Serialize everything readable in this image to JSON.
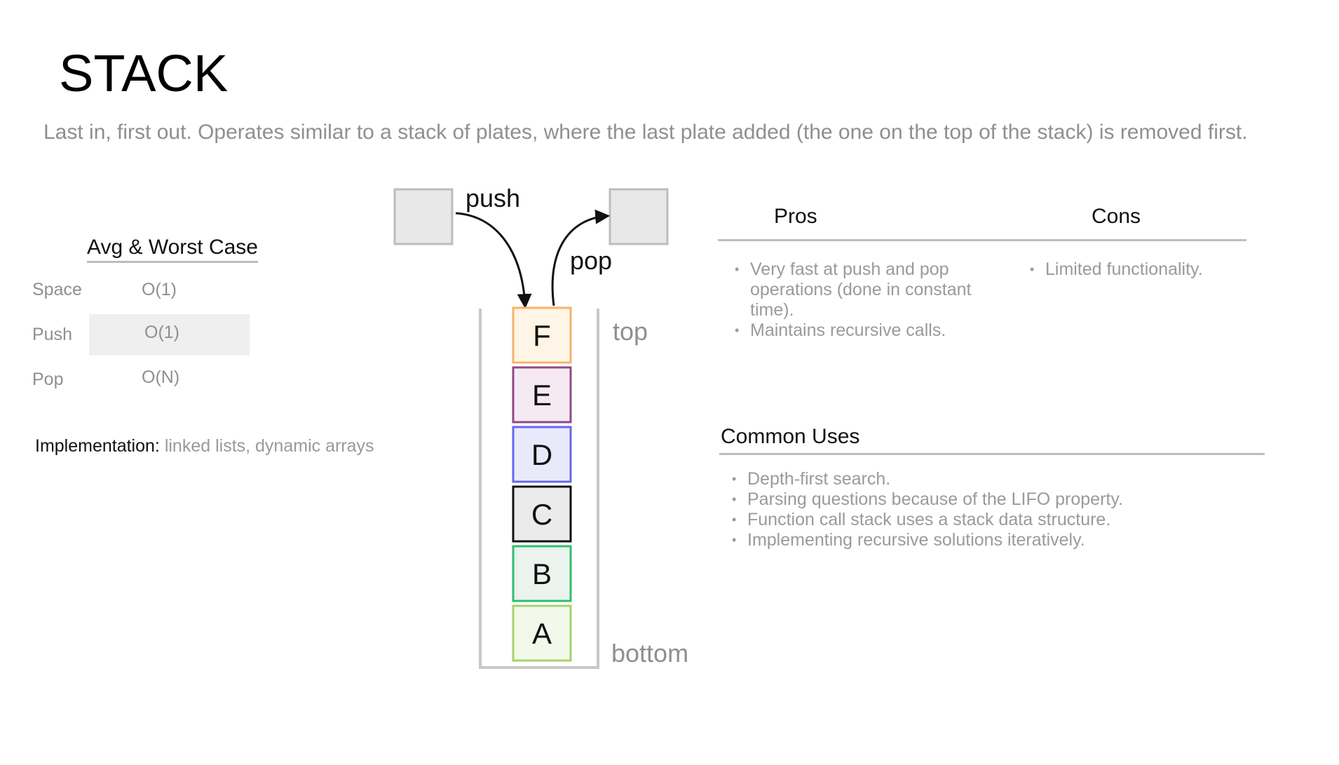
{
  "title": "STACK",
  "subtitle": "Last in, first out. Operates similar to a stack of plates, where the last plate added (the one on the top of the stack) is removed first.",
  "complexity": {
    "heading": "Avg & Worst Case",
    "rows": [
      {
        "op": "Space",
        "value": "O(1)"
      },
      {
        "op": "Push",
        "value": "O(1)"
      },
      {
        "op": "Pop",
        "value": "O(N)"
      }
    ]
  },
  "implementation": {
    "label": "Implementation:",
    "value": " linked lists, dynamic arrays"
  },
  "diagram": {
    "push_label": "push",
    "pop_label": "pop",
    "top_label": "top",
    "bottom_label": "bottom",
    "boxes": [
      {
        "letter": "F",
        "border": "#f6b36b",
        "fill": "#fff5e6"
      },
      {
        "letter": "E",
        "border": "#8e4a86",
        "fill": "#f6eaf2"
      },
      {
        "letter": "D",
        "border": "#6767ef",
        "fill": "#e9e9fc"
      },
      {
        "letter": "C",
        "border": "#111111",
        "fill": "#ebebeb"
      },
      {
        "letter": "B",
        "border": "#2fbf6d",
        "fill": "#eaf3ee"
      },
      {
        "letter": "A",
        "border": "#a4d36f",
        "fill": "#f3f9ea"
      }
    ],
    "placeholder_fill": "#e8e8e8",
    "placeholder_border": "#bdbdbd",
    "container_color": "#c8c8c8"
  },
  "pros": {
    "heading": "Pros",
    "items": [
      "Very fast at push and pop operations (done in constant time).",
      "Maintains recursive calls."
    ]
  },
  "cons": {
    "heading": "Cons",
    "items": [
      "Limited functionality."
    ]
  },
  "uses": {
    "heading": "Common Uses",
    "items": [
      "Depth-first search.",
      "Parsing questions because of the LIFO property.",
      "Function call stack uses a stack data structure.",
      "Implementing recursive solutions iteratively."
    ]
  }
}
